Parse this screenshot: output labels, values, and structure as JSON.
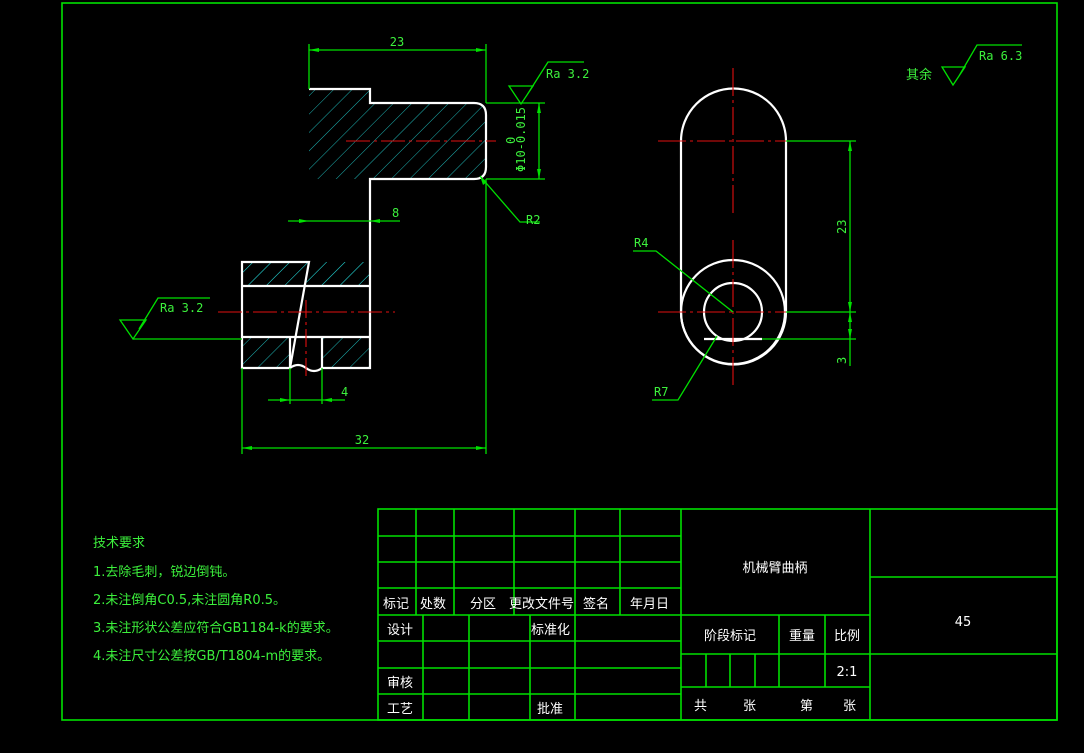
{
  "colors": {
    "background": "#000000",
    "frame": "#00e000",
    "outline": "#ffffff",
    "centerline": "#e01010",
    "hatch": "#20c8c8",
    "text_green": "#3cf03c"
  },
  "dimensions": {
    "top_width": "23",
    "shaft_dia": "Φ10-0.015",
    "shaft_dia_upper": "0",
    "step": "8",
    "slot": "4",
    "total_width": "32",
    "side_len": "23",
    "side_offset": "3"
  },
  "radii": {
    "fillet": "R2",
    "inner": "R4",
    "outer": "R7"
  },
  "roughness": {
    "top": "Ra 3.2",
    "left": "Ra 3.2",
    "rest_label": "其余",
    "rest_value": "Ra 6.3"
  },
  "tech": {
    "heading": "技术要求",
    "items": [
      "1.去除毛刺，锐边倒钝。",
      "2.未注倒角C0.5,未注圆角R0.5。",
      "3.未注形状公差应符合GB1184-k的要求。",
      "4.未注尺寸公差按GB/T1804-m的要求。"
    ]
  },
  "title_block": {
    "part_name": "机械臂曲柄",
    "material": "45",
    "headers": [
      "标记",
      "处数",
      "分区",
      "更改文件号",
      "签名",
      "年月日"
    ],
    "design": "设计",
    "standardize": "标准化",
    "review": "审核",
    "process": "工艺",
    "approve": "批准",
    "stage_mark": "阶段标记",
    "weight": "重量",
    "scale_label": "比例",
    "scale": "2:1",
    "total": "共",
    "sheets": "张",
    "sheet_no": "第",
    "sheet": "张"
  }
}
